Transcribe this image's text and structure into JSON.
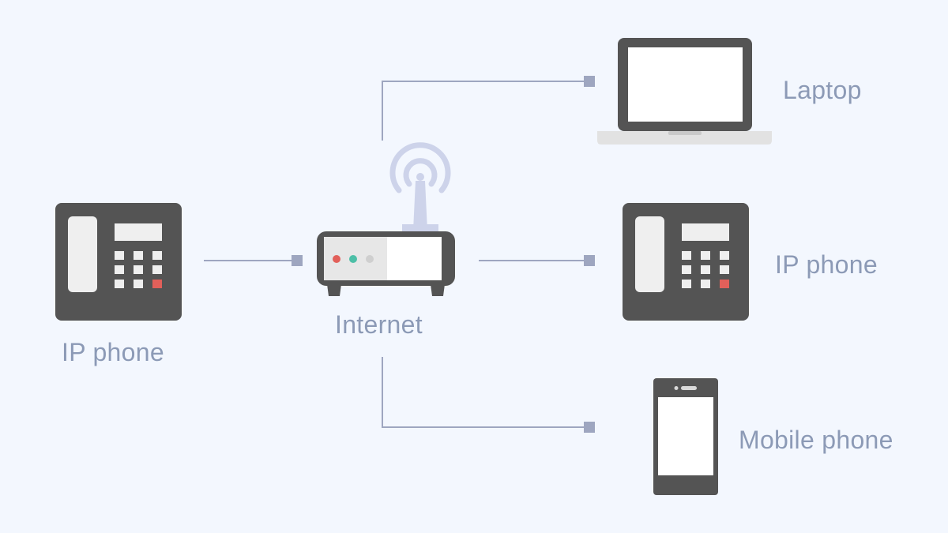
{
  "labels": {
    "left_phone": "IP phone",
    "router": "Internet",
    "laptop": "Laptop",
    "right_phone": "IP phone",
    "mobile": "Mobile phone"
  },
  "colors": {
    "background": "#f3f7fe",
    "device_body": "#545454",
    "screen": "#ffffff",
    "connector": "#9ea6c0",
    "label_text": "#8c9ab6",
    "led_red": "#e2605a",
    "led_green": "#4dbfa7",
    "led_grey": "#cfcfcf",
    "key_red": "#e2605a",
    "antenna_waves": "#cdd3ea"
  }
}
